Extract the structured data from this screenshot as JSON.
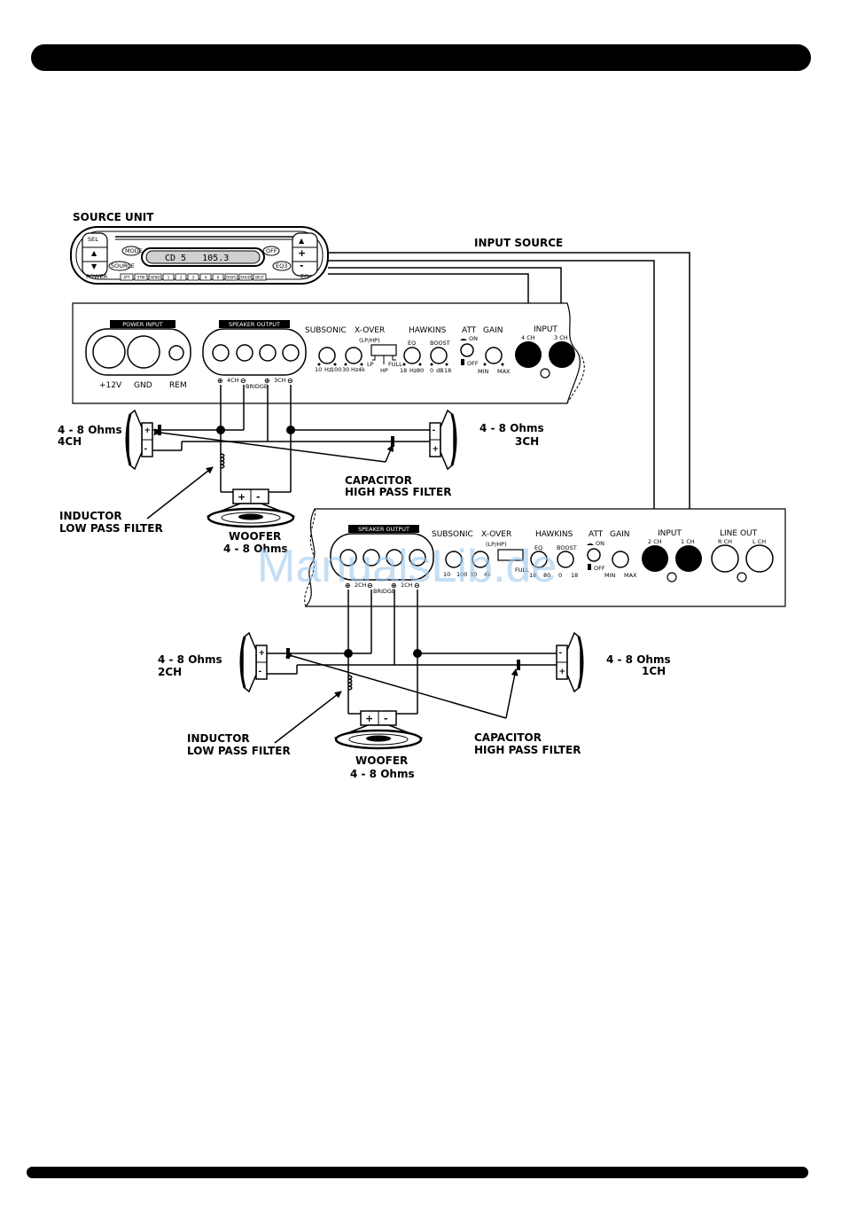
{
  "source_unit": {
    "title": "SOURCE UNIT",
    "display": "CD 5   105.3",
    "buttons": {
      "sel": "SEL",
      "power": "POWER",
      "mode": "MODE",
      "source": "SOURCE",
      "off": "OFF",
      "eq": "EQ3",
      "eq_right": "EQ"
    },
    "preset_row": [
      "ATT",
      "STM",
      "SEND",
      "1",
      "2",
      "3",
      "4",
      "6",
      "DISPL",
      "SHUD",
      "BELT"
    ]
  },
  "input_source_label": "INPUT SOURCE",
  "amp1": {
    "power_input": {
      "header": "POWER INPUT",
      "labels": [
        "+12V",
        "GND",
        "REM"
      ]
    },
    "speaker_output": {
      "header": "SPEAKER OUTPUT",
      "ch_left": "4CH",
      "ch_right": "3CH",
      "bridge": "BRIDGE"
    },
    "controls": {
      "subsonic": "SUBSONIC",
      "xover": "X-OVER",
      "lphp": "(LP/HP)",
      "lp": "LP",
      "hp": "HP",
      "full": "FULL",
      "hawkins": "HAWKINS",
      "eq": "EQ",
      "boost": "BOOST",
      "att": "ATT",
      "on": "ON",
      "off": "OFF",
      "gain": "GAIN",
      "min": "MIN",
      "max": "MAX",
      "subsonic_scale": [
        "10",
        "Hz",
        "100"
      ],
      "xover_scale": [
        "30",
        "Hz",
        "4k"
      ],
      "eq_scale": [
        "18",
        "Hz",
        "80"
      ],
      "boost_scale": [
        "0",
        "dB",
        "18"
      ]
    },
    "input": {
      "label": "INPUT",
      "ch_a": "4 CH",
      "ch_b": "3 CH"
    }
  },
  "amp2": {
    "speaker_output": {
      "header": "SPEAKER OUTPUT",
      "ch_left": "2CH",
      "ch_right": "1CH",
      "bridge": "BRIDGE"
    },
    "controls": {
      "subsonic": "SUBSONIC",
      "xover": "X-OVER",
      "lphp": "(LP/HP)",
      "full": "FULL",
      "hawkins": "HAWKINS",
      "eq": "EQ",
      "boost": "BOOST",
      "att": "ATT",
      "on": "ON",
      "off": "OFF",
      "gain": "GAIN",
      "min": "MIN",
      "max": "MAX",
      "subsonic_scale": [
        "10",
        "100"
      ],
      "xover_scale": [
        "30",
        "4k"
      ],
      "eq_scale": [
        "18",
        "80"
      ],
      "boost_scale": [
        "0",
        "18"
      ]
    },
    "input": {
      "label": "INPUT",
      "ch_a": "2 CH",
      "ch_b": "1 CH"
    },
    "line_out": {
      "label": "LINE OUT",
      "ch_a": "R CH",
      "ch_b": "L CH"
    }
  },
  "system1": {
    "left_speaker": {
      "impedance": "4 - 8 Ohms",
      "channel": "4CH"
    },
    "right_speaker": {
      "impedance": "4 - 8 Ohms",
      "channel": "3CH"
    },
    "capacitor": [
      "CAPACITOR",
      "HIGH PASS FILTER"
    ],
    "inductor": [
      "INDUCTOR",
      "LOW PASS FILTER"
    ],
    "woofer": [
      "WOOFER",
      "4 - 8 Ohms"
    ]
  },
  "system2": {
    "left_speaker": {
      "impedance": "4 - 8 Ohms",
      "channel": "2CH"
    },
    "right_speaker": {
      "impedance": "4 - 8 Ohms",
      "channel": "1CH"
    },
    "capacitor": [
      "CAPACITOR",
      "HIGH PASS FILTER"
    ],
    "inductor": [
      "INDUCTOR",
      "LOW PASS FILTER"
    ],
    "woofer": [
      "WOOFER",
      "4 - 8 Ohms"
    ]
  },
  "watermark": "ManualsLib.de"
}
